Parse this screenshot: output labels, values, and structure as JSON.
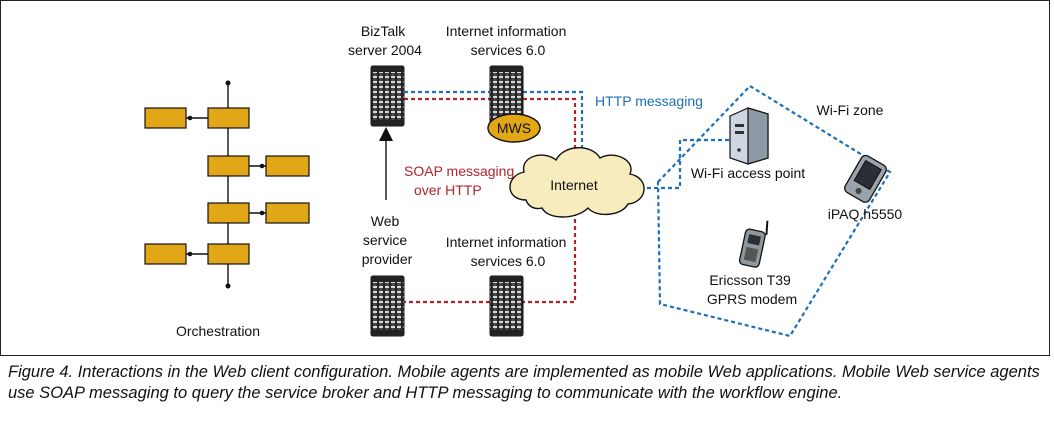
{
  "labels": {
    "biztalk": [
      "BizTalk",
      "server 2004"
    ],
    "iis_top": [
      "Internet information",
      "services 6.0"
    ],
    "iis_bottom": [
      "Internet information",
      "services 6.0"
    ],
    "web_service_provider": [
      "Web",
      "service",
      "provider"
    ],
    "soap": [
      "SOAP messaging",
      "over HTTP"
    ],
    "http": "HTTP messaging",
    "internet": "Internet",
    "mws": "MWS",
    "wifi_ap": "Wi-Fi access point",
    "wifi_zone": "Wi-Fi zone",
    "ipaq": "iPAQ h5550",
    "ericsson": [
      "Ericsson T39",
      "GPRS modem"
    ],
    "orchestration": "Orchestration"
  },
  "caption": "Figure 4. Interactions in the Web client configuration. Mobile agents are implemented as mobile Web applications. Mobile Web service agents use SOAP messaging to query the service broker and HTTP messaging to communicate with the workflow engine.",
  "colors": {
    "soap_line": "#b0242c",
    "http_line": "#1d6fb8",
    "task_box": "#e2a716",
    "cloud": "#f7ecbe",
    "server": "#3a3a3a"
  }
}
